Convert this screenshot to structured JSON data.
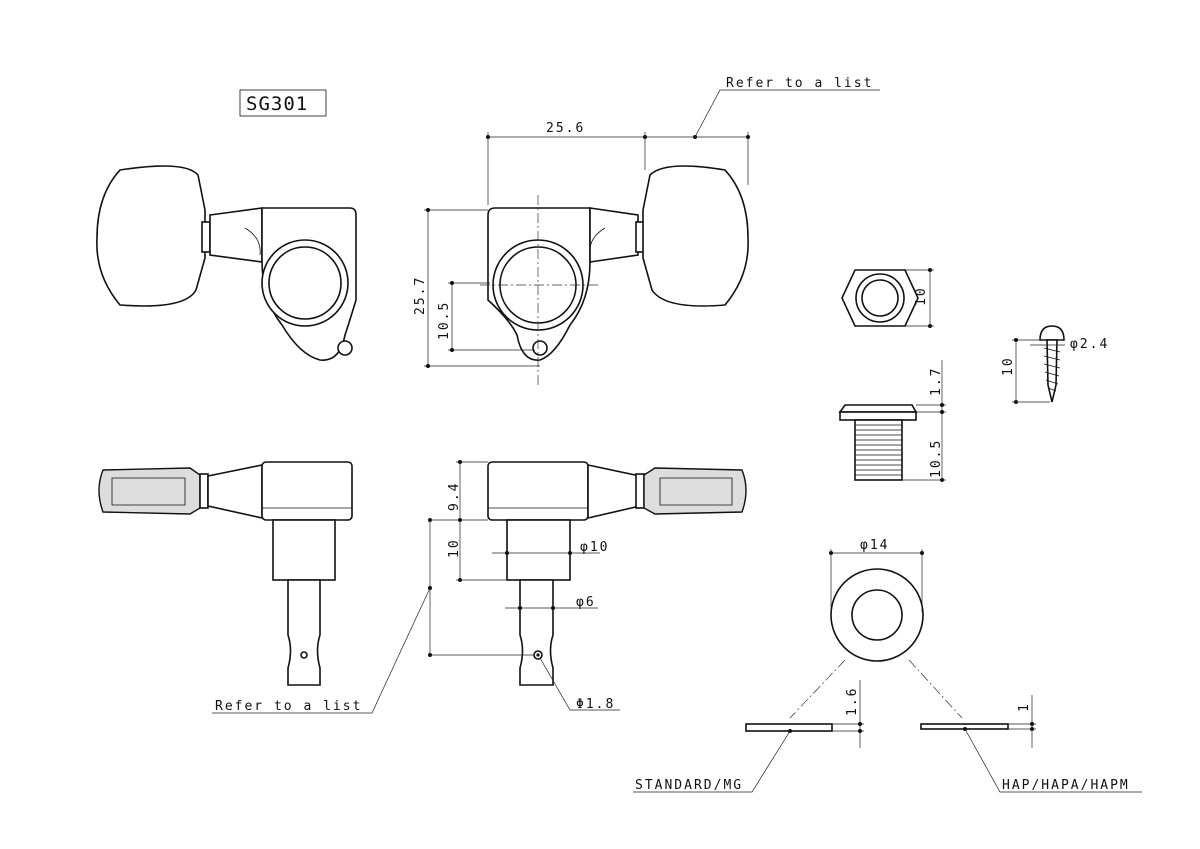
{
  "model": "SG301",
  "labels": {
    "refer_top": "Refer to a list",
    "refer_bottom": "Refer to a list",
    "standard": "STANDARD/MG",
    "hap": "HAP/HAPA/HAPM"
  },
  "dimensions": {
    "width_housing": "25.6",
    "height_housing": "25.7",
    "hole_offset": "10.5",
    "nut_size": "10",
    "bushing_head": "1.7",
    "bushing_length": "10.5",
    "screw_length": "10",
    "screw_dia": "φ2.4",
    "housing_depth": "9.4",
    "post_base": "10",
    "post_base_dia": "φ10",
    "post_dia": "φ6",
    "string_hole": "Φ1.8",
    "washer_dia": "φ14",
    "washer_std_thick": "1.6",
    "washer_hap_thick": "1"
  }
}
